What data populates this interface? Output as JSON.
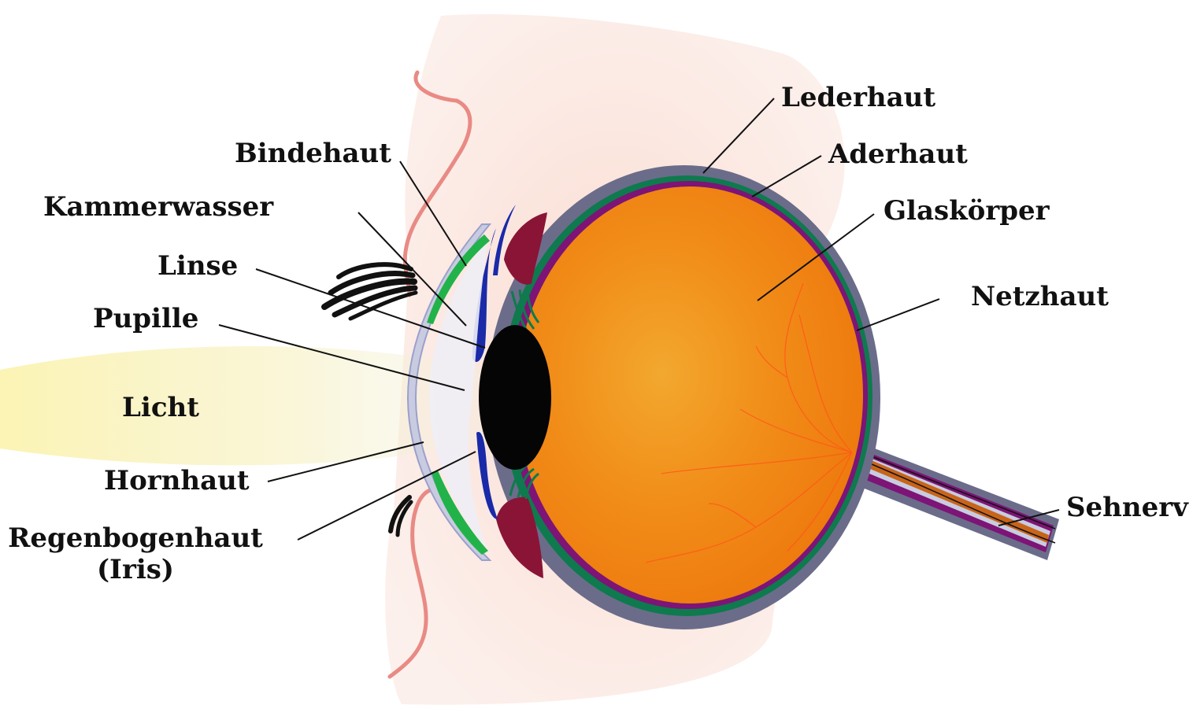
{
  "labels": {
    "lederhaut": "Lederhaut",
    "aderhaut": "Aderhaut",
    "glaskoerper": "Glaskörper",
    "netzhaut": "Netzhaut",
    "sehnerv": "Sehnerv",
    "bindehaut": "Bindehaut",
    "kammerwasser": "Kammerwasser",
    "linse": "Linse",
    "pupille": "Pupille",
    "licht": "Licht",
    "hornhaut": "Hornhaut",
    "regenbogenhaut_line1": "Regenbogenhaut",
    "regenbogenhaut_line2": "(Iris)"
  },
  "colors": {
    "face_skin": "#f9ddd4",
    "face_outline": "#e98a84",
    "sclera": "#6b6c8a",
    "choroid": "#0e7a4e",
    "retina": "#7d1476",
    "vitreous": "#f08a14",
    "vitreous_core": "#f2a63a",
    "ciliary_body": "#8a1436",
    "iris": "#1a2aa8",
    "pupil_lens": "#050505",
    "conjunctiva": "#22b24a",
    "cornea": "#c9cce0",
    "light_beam": "#fbf6c8",
    "optic_nerve": "#c8641a",
    "blood_vessels": "#ff5a1a"
  }
}
